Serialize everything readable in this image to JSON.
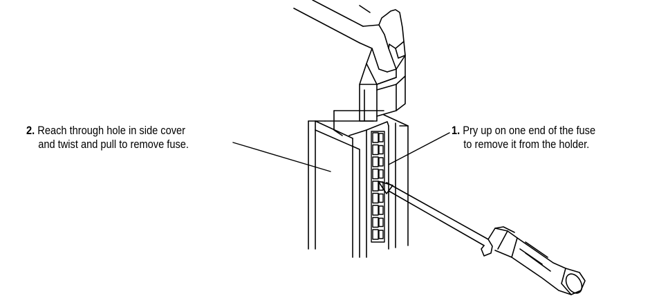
{
  "callouts": [
    {
      "number": "1.",
      "line1": "Pry up on one end of the fuse",
      "line2": "to remove it from the holder."
    },
    {
      "number": "2.",
      "line1": "Reach through hole in side cover",
      "line2": "and twist and pull to remove fuse."
    }
  ],
  "illustration": {
    "subjects": [
      "module-side-cover",
      "fuse-holder",
      "terminal-strip",
      "screwdriver"
    ],
    "line_color": "#000000",
    "background": "#ffffff"
  }
}
